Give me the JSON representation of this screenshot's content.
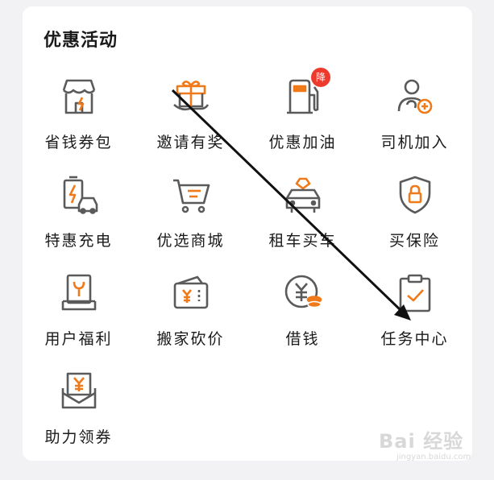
{
  "section": {
    "title": "优惠活动"
  },
  "colors": {
    "accent": "#f07a1a",
    "icon_gray": "#5a5a5a",
    "badge_red": "#ee3a2c"
  },
  "items": [
    {
      "label": "省钱券包",
      "icon": "shop-icon"
    },
    {
      "label": "邀请有奖",
      "icon": "gift-icon"
    },
    {
      "label": "优惠加油",
      "icon": "gas-pump-icon",
      "badge": "降"
    },
    {
      "label": "司机加入",
      "icon": "driver-add-icon"
    },
    {
      "label": "特惠充电",
      "icon": "battery-car-icon"
    },
    {
      "label": "优选商城",
      "icon": "shopping-cart-icon"
    },
    {
      "label": "租车买车",
      "icon": "car-icon"
    },
    {
      "label": "买保险",
      "icon": "shield-lock-icon"
    },
    {
      "label": "用户福利",
      "icon": "tool-box-icon"
    },
    {
      "label": "搬家砍价",
      "icon": "wallet-coupon-icon"
    },
    {
      "label": "借钱",
      "icon": "yuan-coin-icon"
    },
    {
      "label": "任务中心",
      "icon": "clipboard-check-icon"
    },
    {
      "label": "助力领券",
      "icon": "ticket-envelope-icon"
    }
  ],
  "watermark": {
    "brand": "Bai 经验",
    "url": "jingyan.baidu.com"
  }
}
